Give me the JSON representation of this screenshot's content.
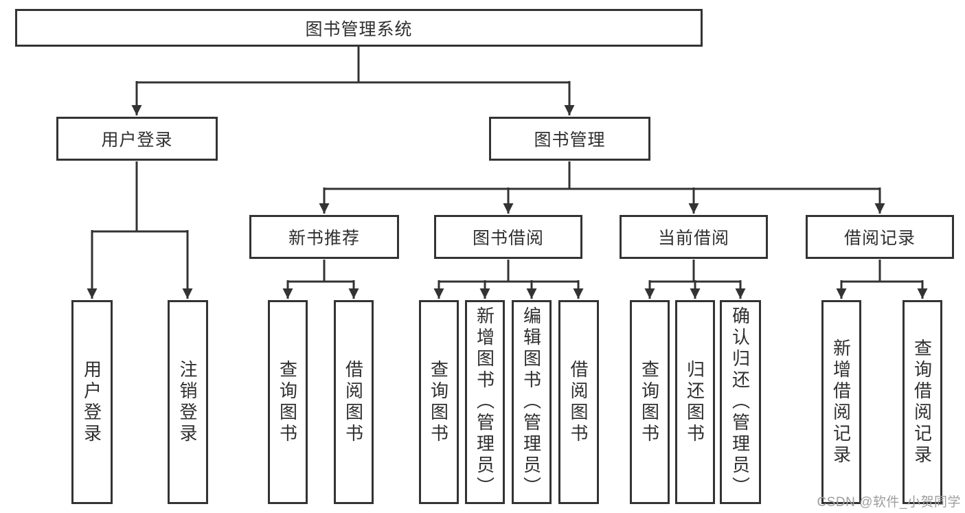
{
  "diagram": {
    "type": "hierarchy-tree",
    "title": "图书管理系统"
  },
  "nodes": {
    "root": {
      "label": "图书管理系统"
    },
    "user_login": {
      "label": "用户登录"
    },
    "book_mgmt": {
      "label": "图书管理"
    },
    "login": {
      "label": "用户登录"
    },
    "logout": {
      "label": "注销登录"
    },
    "new_book_rec": {
      "label": "新书推荐"
    },
    "book_borrow": {
      "label": "图书借阅"
    },
    "current_borrow": {
      "label": "当前借阅"
    },
    "borrow_records": {
      "label": "借阅记录"
    },
    "nb_query": {
      "label": "查询图书"
    },
    "nb_borrow": {
      "label": "借阅图书"
    },
    "bb_query": {
      "label": "查询图书"
    },
    "bb_add": {
      "label": "新增图书（管理员）"
    },
    "bb_edit": {
      "label": "编辑图书（管理员）"
    },
    "bb_borrow": {
      "label": "借阅图书"
    },
    "cb_query": {
      "label": "查询图书"
    },
    "cb_return": {
      "label": "归还图书"
    },
    "cb_confirm": {
      "label": "确认归还（管理员）"
    },
    "br_add": {
      "label": "新增借阅记录"
    },
    "br_query": {
      "label": "查询借阅记录"
    }
  },
  "edges": [
    [
      "root",
      "user_login"
    ],
    [
      "root",
      "book_mgmt"
    ],
    [
      "user_login",
      "login"
    ],
    [
      "user_login",
      "logout"
    ],
    [
      "book_mgmt",
      "new_book_rec"
    ],
    [
      "book_mgmt",
      "book_borrow"
    ],
    [
      "book_mgmt",
      "current_borrow"
    ],
    [
      "book_mgmt",
      "borrow_records"
    ],
    [
      "new_book_rec",
      "nb_query"
    ],
    [
      "new_book_rec",
      "nb_borrow"
    ],
    [
      "book_borrow",
      "bb_query"
    ],
    [
      "book_borrow",
      "bb_add"
    ],
    [
      "book_borrow",
      "bb_edit"
    ],
    [
      "book_borrow",
      "bb_borrow"
    ],
    [
      "current_borrow",
      "cb_query"
    ],
    [
      "current_borrow",
      "cb_return"
    ],
    [
      "current_borrow",
      "cb_confirm"
    ],
    [
      "borrow_records",
      "br_add"
    ],
    [
      "borrow_records",
      "br_query"
    ]
  ],
  "colors": {
    "line": "#333333",
    "text": "#2f2f2f",
    "background": "#ffffff",
    "watermark": "#9e9e9e"
  },
  "watermark": "CSDN @软件_小贺同学"
}
